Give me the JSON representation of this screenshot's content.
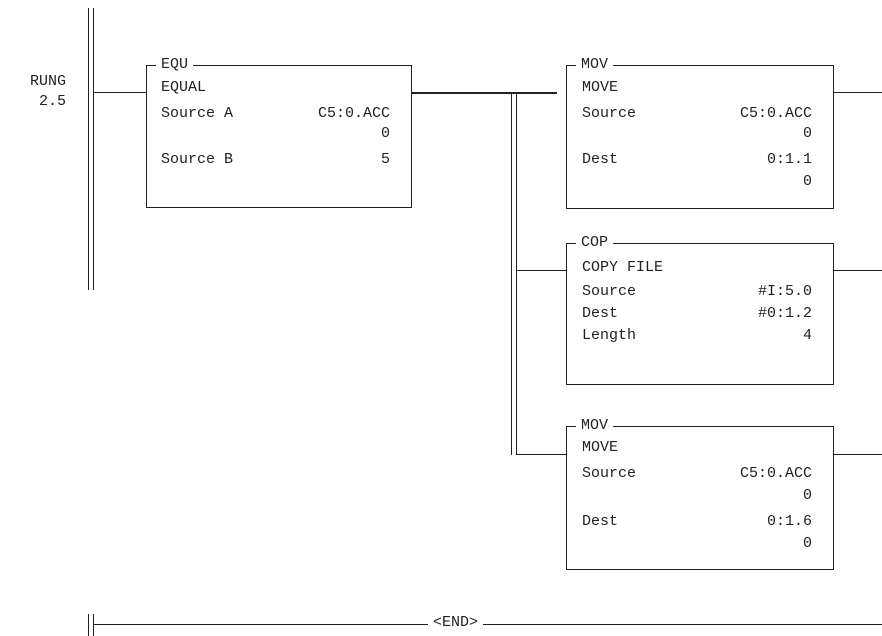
{
  "rung": {
    "label": "RUNG",
    "number": "2.5"
  },
  "equ": {
    "tag": "EQU",
    "title": "EQUAL",
    "source_a_label": "Source A",
    "source_a_addr": "C5:0.ACC",
    "source_a_value": "0",
    "source_b_label": "Source B",
    "source_b_value": "5"
  },
  "mov1": {
    "tag": "MOV",
    "title": "MOVE",
    "source_label": "Source",
    "source_addr": "C5:0.ACC",
    "source_value": "0",
    "dest_label": "Dest",
    "dest_addr": "0:1.1",
    "dest_value": "0"
  },
  "cop": {
    "tag": "COP",
    "title": "COPY FILE",
    "source_label": "Source",
    "source_addr": "#I:5.0",
    "dest_label": "Dest",
    "dest_addr": "#0:1.2",
    "length_label": "Length",
    "length_value": "4"
  },
  "mov2": {
    "tag": "MOV",
    "title": "MOVE",
    "source_label": "Source",
    "source_addr": "C5:0.ACC",
    "source_value": "0",
    "dest_label": "Dest",
    "dest_addr": "0:1.6",
    "dest_value": "0"
  },
  "end_label": "<END>"
}
